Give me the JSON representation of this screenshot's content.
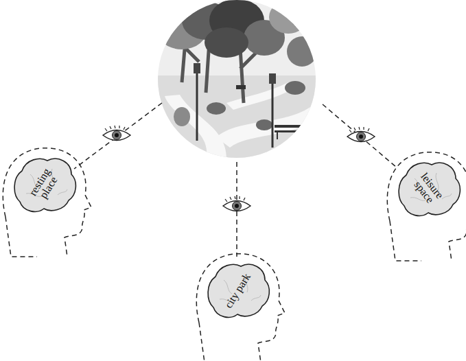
{
  "diagram": {
    "nodes": [
      {
        "text": [
          "resting place"
        ]
      },
      {
        "text": [
          "leisure space"
        ]
      },
      {
        "text": [
          "city park"
        ]
      }
    ]
  }
}
